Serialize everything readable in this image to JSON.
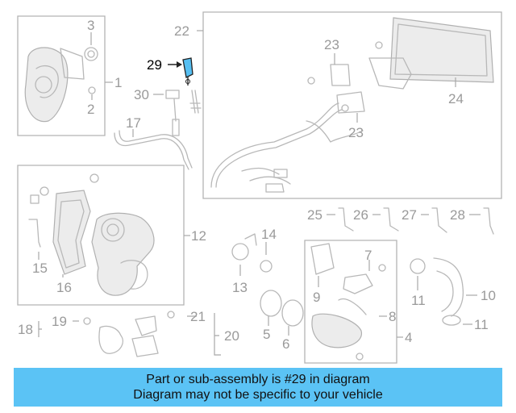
{
  "callouts": {
    "c1": "1",
    "c2": "2",
    "c3": "3",
    "c4": "4",
    "c5": "5",
    "c6": "6",
    "c7": "7",
    "c8": "8",
    "c9": "9",
    "c10": "10",
    "c11a": "11",
    "c11b": "11",
    "c12": "12",
    "c13": "13",
    "c14": "14",
    "c15": "15",
    "c16": "16",
    "c17": "17",
    "c18": "18",
    "c19": "19",
    "c20": "20",
    "c21": "21",
    "c22": "22",
    "c23a": "23",
    "c23b": "23",
    "c24": "24",
    "c25": "25",
    "c26": "26",
    "c27": "27",
    "c28": "28",
    "c29": "29",
    "c30": "30"
  },
  "highlight": {
    "part_number": "29",
    "color": "#5bc3f5"
  },
  "banner": {
    "line1": "Part or sub-assembly is #29 in diagram",
    "line2": "Diagram may not be specific to your vehicle",
    "color": "#5bc3f5"
  }
}
